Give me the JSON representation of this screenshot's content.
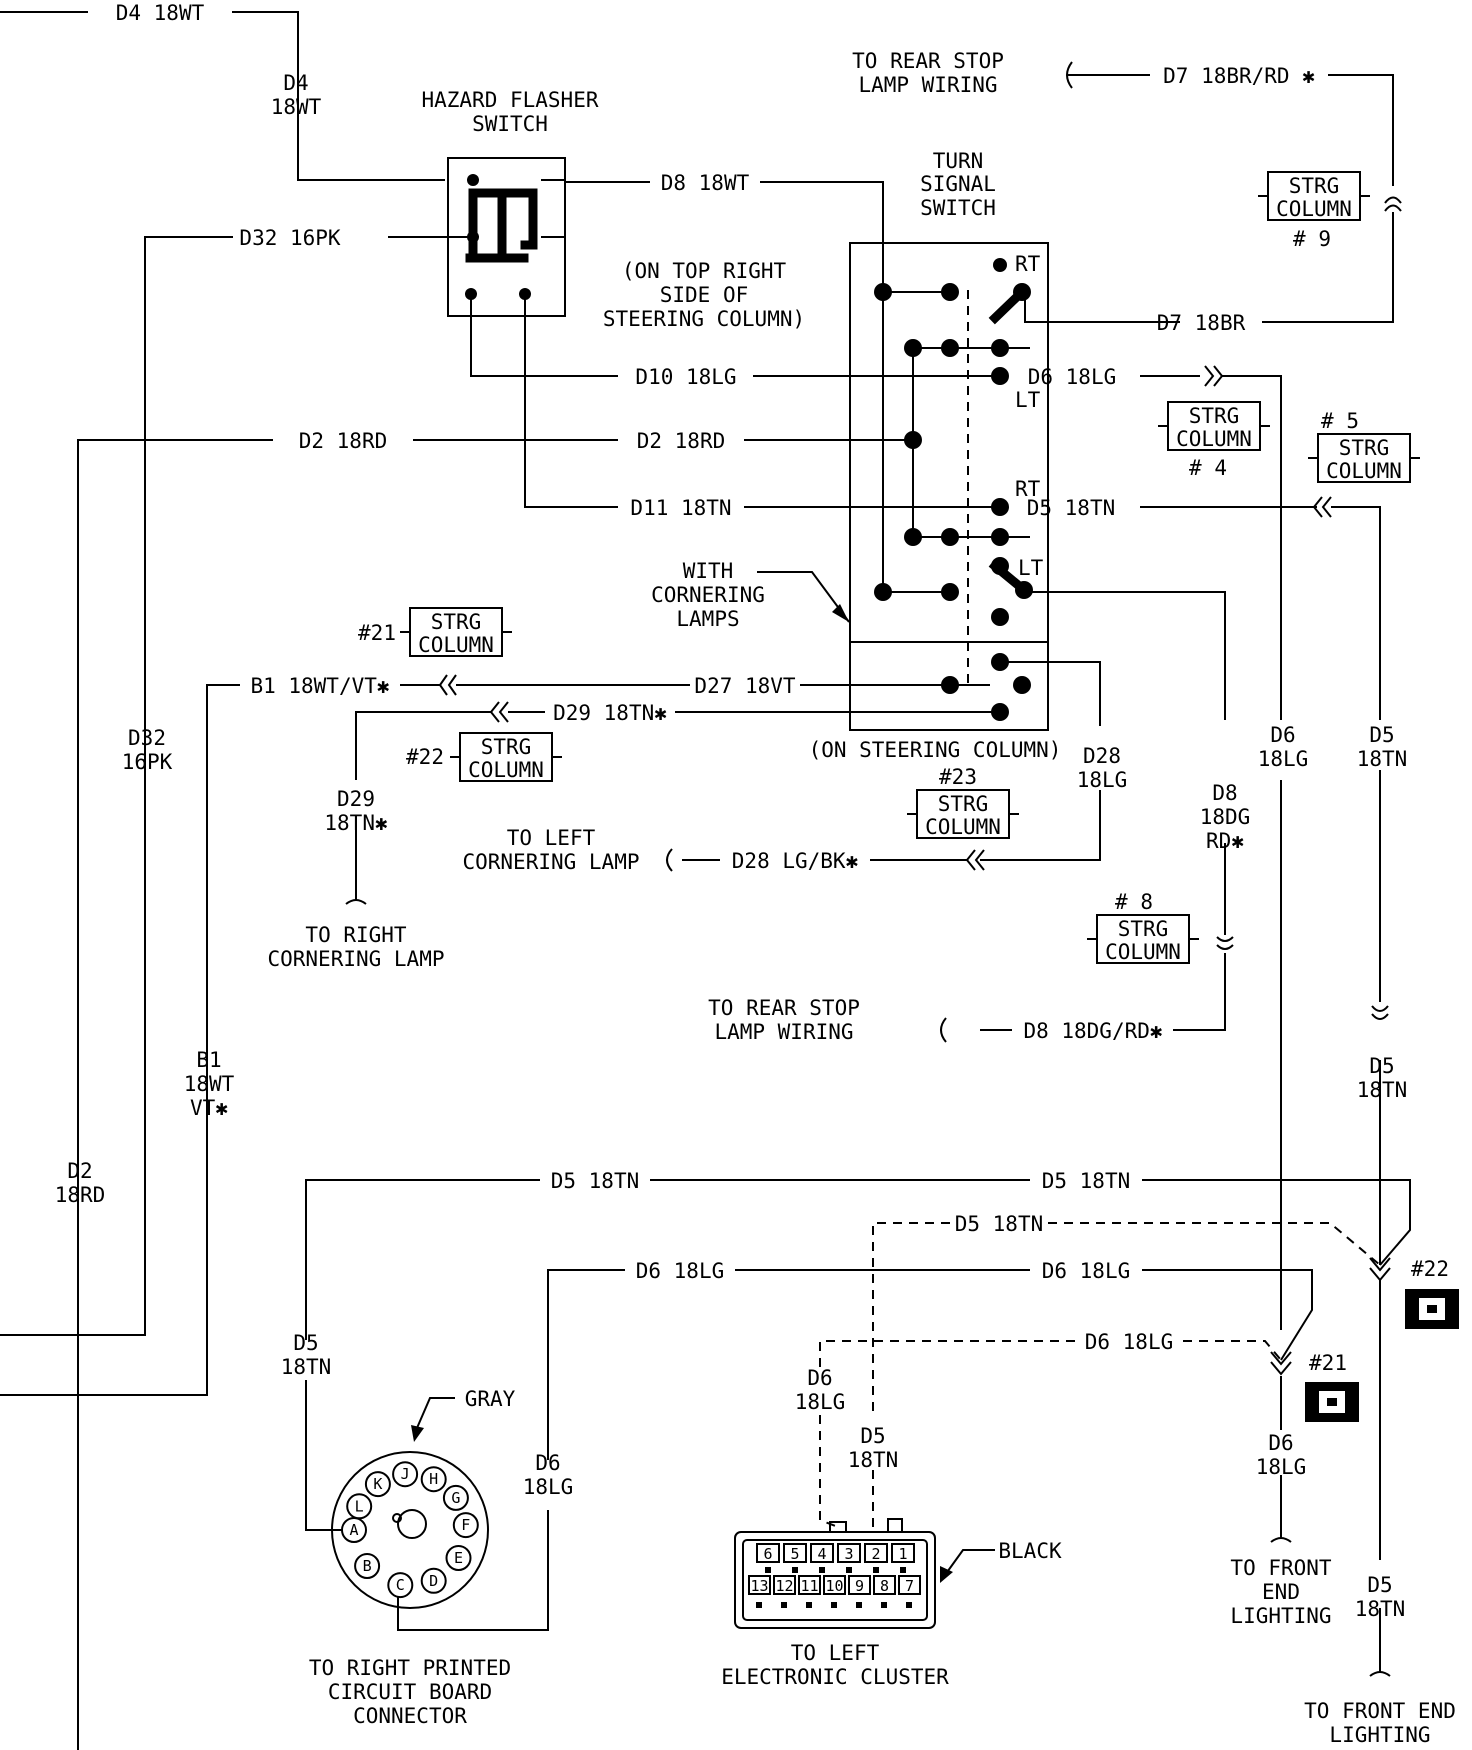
{
  "components": {
    "hazard_switch": "HAZARD FLASHER SWITCH",
    "turn_switch": "TURN SIGNAL SWITCH",
    "on_top_right_note": "(ON TOP RIGHT SIDE OF STEERING COLUMN)",
    "on_column_note": "(ON STEERING COLUMN)",
    "cornering_note": "WITH CORNERING LAMPS",
    "rt": "RT",
    "lt": "LT",
    "gray": "GRAY",
    "black": "BLACK",
    "strg": "STRG",
    "column": "COLUMN"
  },
  "connectors": {
    "c9": "# 9",
    "c4": "# 4",
    "c5": "# 5",
    "c21": "#21",
    "c22": "#22",
    "c23": "#23",
    "c8": "# 8",
    "ground21": "#21",
    "ground22": "#22"
  },
  "wires": {
    "d4_top": "D4 18WT",
    "d4_v": [
      "D4",
      "18WT"
    ],
    "d32": "D32 16PK",
    "d32_v": [
      "D32",
      "16PK"
    ],
    "d8": "D8 18WT",
    "d10": "D10 18LG",
    "d2_left": "D2 18RD",
    "d2_right": "D2 18RD",
    "d2_v": [
      "D2",
      "18RD"
    ],
    "d11": "D11 18TN",
    "d7_top": "D7 18BR/RD ✱",
    "d7": "D7 18BR",
    "d6": "D6 18LG",
    "d5": "D5 18TN",
    "b1": "B1 18WT/VT✱",
    "b1_v": [
      "B1",
      "18WT",
      "VT✱"
    ],
    "d27": "D27 18VT",
    "d29": "D29 18TN✱",
    "d29_v": [
      "D29",
      "18TN✱"
    ],
    "d28_v": [
      "D28",
      "18LG"
    ],
    "d28_h": "D28 LG/BK✱",
    "d6_v": [
      "D6",
      "18LG"
    ],
    "d5_v": [
      "D5",
      "18TN"
    ],
    "d8_v": [
      "D8",
      "18DG",
      "RD✱"
    ],
    "d8_bot": "D8 18DG/RD✱",
    "d5_lower_a": "D5 18TN",
    "d5_lower_b": "D5 18TN",
    "d5_dashed": "D5 18TN",
    "d6_lower_a": "D6 18LG",
    "d6_lower_b": "D6 18LG",
    "d6_dashed": "D6 18LG",
    "d5_vl": [
      "D5",
      "18TN"
    ],
    "d6_vl": [
      "D6",
      "18LG"
    ],
    "d6_vc": [
      "D6",
      "18LG"
    ],
    "d5_vc": [
      "D5",
      "18TN"
    ],
    "d6_vr": [
      "D6",
      "18LG"
    ],
    "d5_vr": [
      "D5",
      "18TN"
    ],
    "d5_vr2": [
      "D5",
      "18TN"
    ]
  },
  "destinations": {
    "rear_stop_top": [
      "TO REAR STOP",
      "LAMP WIRING"
    ],
    "rear_stop_bot": [
      "TO REAR STOP",
      "LAMP WIRING"
    ],
    "left_cornering": [
      "TO LEFT",
      "CORNERING LAMP"
    ],
    "right_cornering": [
      "TO RIGHT",
      "CORNERING LAMP"
    ],
    "right_pcb": [
      "TO RIGHT PRINTED",
      "CIRCUIT BOARD",
      "CONNECTOR"
    ],
    "left_cluster": [
      "TO LEFT",
      "ELECTRONIC CLUSTER"
    ],
    "front_end_a": [
      "TO FRONT",
      "END",
      "LIGHTING"
    ],
    "front_end_b": [
      "TO FRONT END",
      "LIGHTING"
    ]
  },
  "round_connector_pins": [
    "A",
    "B",
    "C",
    "D",
    "E",
    "F",
    "G",
    "H",
    "J",
    "K",
    "L"
  ],
  "cluster_pins_top": [
    "6",
    "5",
    "4",
    "3",
    "2",
    "1"
  ],
  "cluster_pins_bottom": [
    "13",
    "12",
    "11",
    "10",
    "9",
    "8",
    "7"
  ]
}
